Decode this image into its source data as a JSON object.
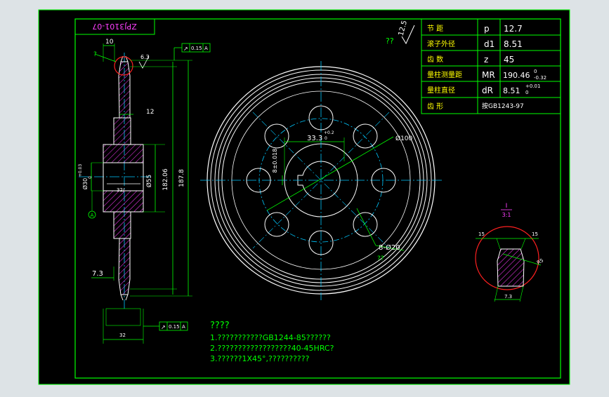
{
  "colors": {
    "frame_bg": "#cfd6da",
    "drawing_bg": "#000000",
    "border": "#00ff00",
    "outline": "#ffffff",
    "dimension": "#00ff00",
    "centerline": "#00c8ff",
    "hatch": "#ff3cff",
    "title_text": "#ffff00",
    "table_values": "#ffffff",
    "title_field": "#ff40ff",
    "callout_circle": "#ff2020"
  },
  "title_block": {
    "drawing_number": "ZPJ3101-07"
  },
  "table": [
    {
      "label": "节  距",
      "symbol": "p",
      "value": "12.7"
    },
    {
      "label": "滚子外径",
      "symbol": "d1",
      "value": "8.51"
    },
    {
      "label": "齿  数",
      "symbol": "z",
      "value": "45"
    },
    {
      "label": "量柱测量距",
      "symbol": "MR",
      "value": "190.46",
      "tol_upper": "0",
      "tol_lower": "-0.32"
    },
    {
      "label": "量柱直径",
      "symbol": "dR",
      "value": "8.51",
      "tol_upper": "+0.01",
      "tol_lower": "0"
    },
    {
      "label": "齿  形",
      "symbol": "",
      "value": "按GB1243-97"
    }
  ],
  "roughness": {
    "general": "12.5",
    "marker": "??",
    "face": "6.3"
  },
  "side_view": {
    "dim_top_width": "10",
    "dim_hub_width": "12",
    "dim_tooth_width": "7.3",
    "dim_bottom_width": "32",
    "dim_bore": "Ø30",
    "bore_tol_upper": "+0.03",
    "bore_tol_lower": "0",
    "dim_hub_dia": "Ø55",
    "dim_root_dia": "182.06",
    "dim_outer_dia": "187.8",
    "chamfer": "32/",
    "datum": "A",
    "question_mark": "?",
    "runout_top": {
      "symbol": "↗",
      "value": "0.15",
      "datum": "A"
    },
    "runout_bottom": {
      "symbol": "↗",
      "value": "0.15",
      "datum": "A"
    }
  },
  "front_view": {
    "keyway_depth": "33.3",
    "keyway_depth_tol": "+0.2",
    "keyway_depth_tol_low": "0",
    "key_width": "8±0.018",
    "pitch_circle": "Ø100",
    "holes": "8-Ø20",
    "holes_note": "??"
  },
  "detail": {
    "label": "I",
    "scale": "3:1",
    "dim_left": "15",
    "dim_right": "15",
    "dim_bottom": "7.3",
    "dim_radius": "R5"
  },
  "notes": {
    "heading": "????",
    "lines": [
      "1.???????????GB1244-85??????",
      "2.??????????????????40-45HRC?",
      "3.??????1X45°,??????????"
    ]
  }
}
